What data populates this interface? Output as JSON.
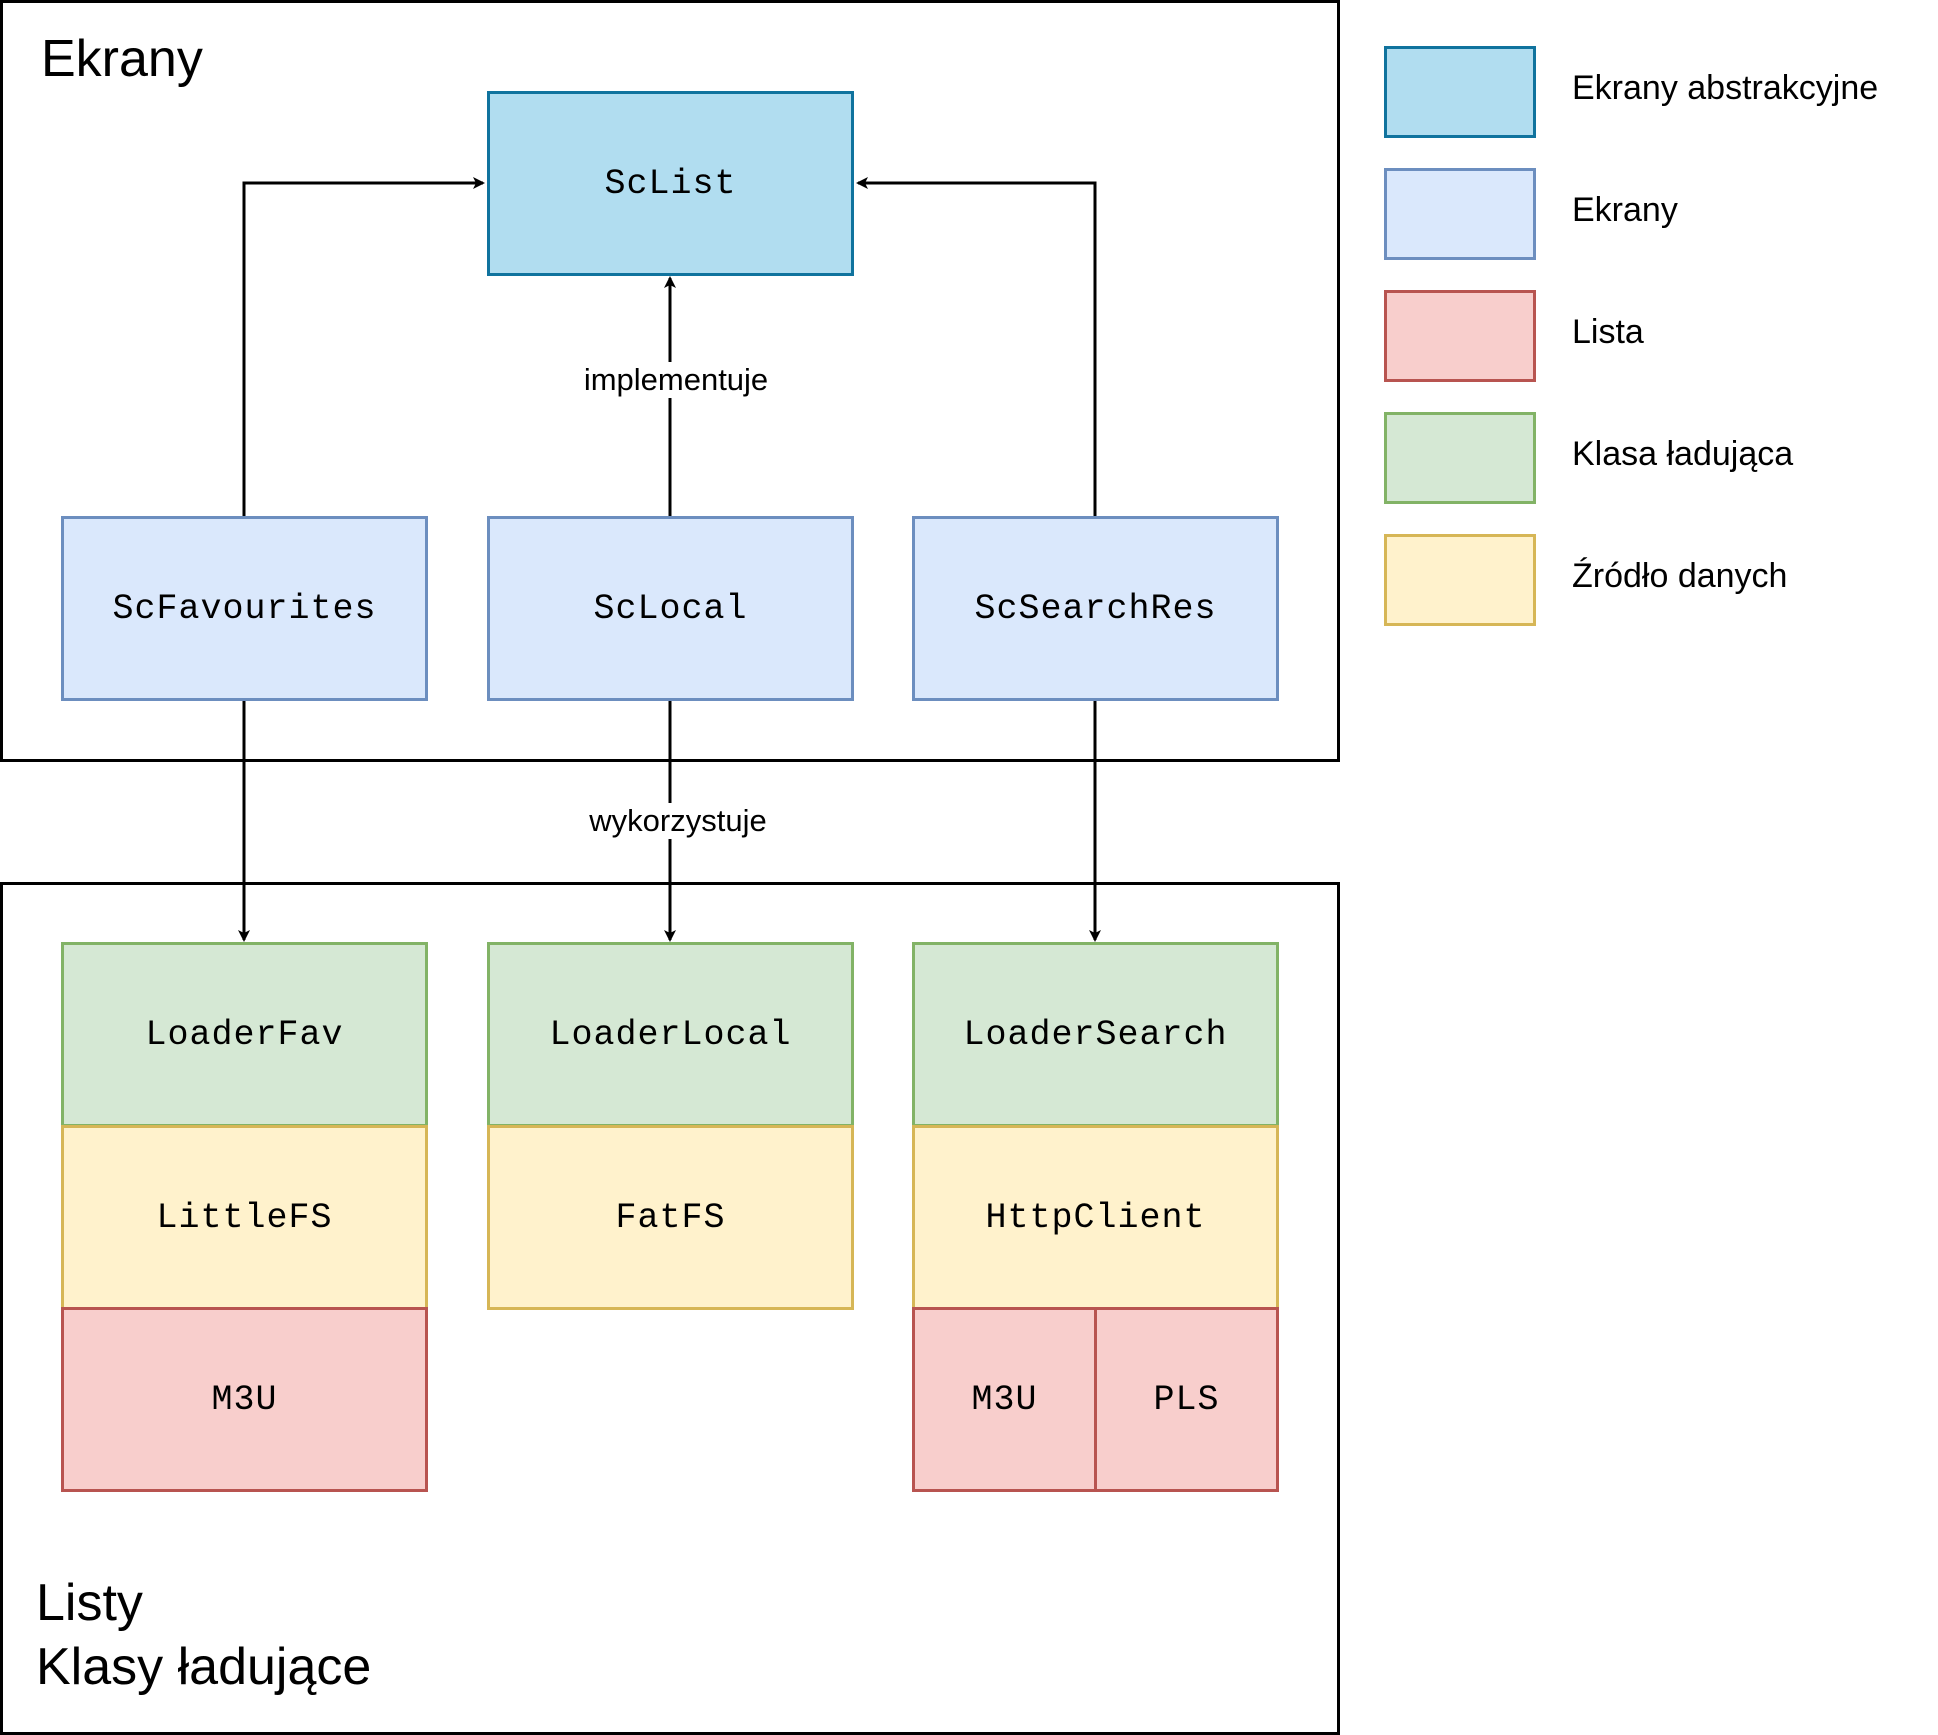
{
  "groups": {
    "screens_title": "Ekrany",
    "lists_title": "Listy\nKlasy ładujące"
  },
  "nodes": {
    "sclist": "ScList",
    "scfavourites": "ScFavourites",
    "sclocal": "ScLocal",
    "scsearchres": "ScSearchRes",
    "loaderfav": "LoaderFav",
    "loaderlocal": "LoaderLocal",
    "loadersearch": "LoaderSearch",
    "littlefs": "LittleFS",
    "fatfs": "FatFS",
    "httpclient": "HttpClient",
    "m3u_fav": "M3U",
    "m3u_search": "M3U",
    "pls_search": "PLS"
  },
  "edges": {
    "implements_label": "implementuje",
    "uses_label": "wykorzystuje"
  },
  "legend": [
    {
      "label": "Ekrany abstrakcyjne",
      "fill": "#b1ddf0",
      "stroke": "#10739e"
    },
    {
      "label": "Ekrany",
      "fill": "#dae8fc",
      "stroke": "#6c8ebf"
    },
    {
      "label": "Lista",
      "fill": "#f8cecc",
      "stroke": "#b85450"
    },
    {
      "label": "Klasa ładująca",
      "fill": "#d5e8d4",
      "stroke": "#82b366"
    },
    {
      "label": "Źródło danych",
      "fill": "#fff2cc",
      "stroke": "#d6b656"
    }
  ]
}
